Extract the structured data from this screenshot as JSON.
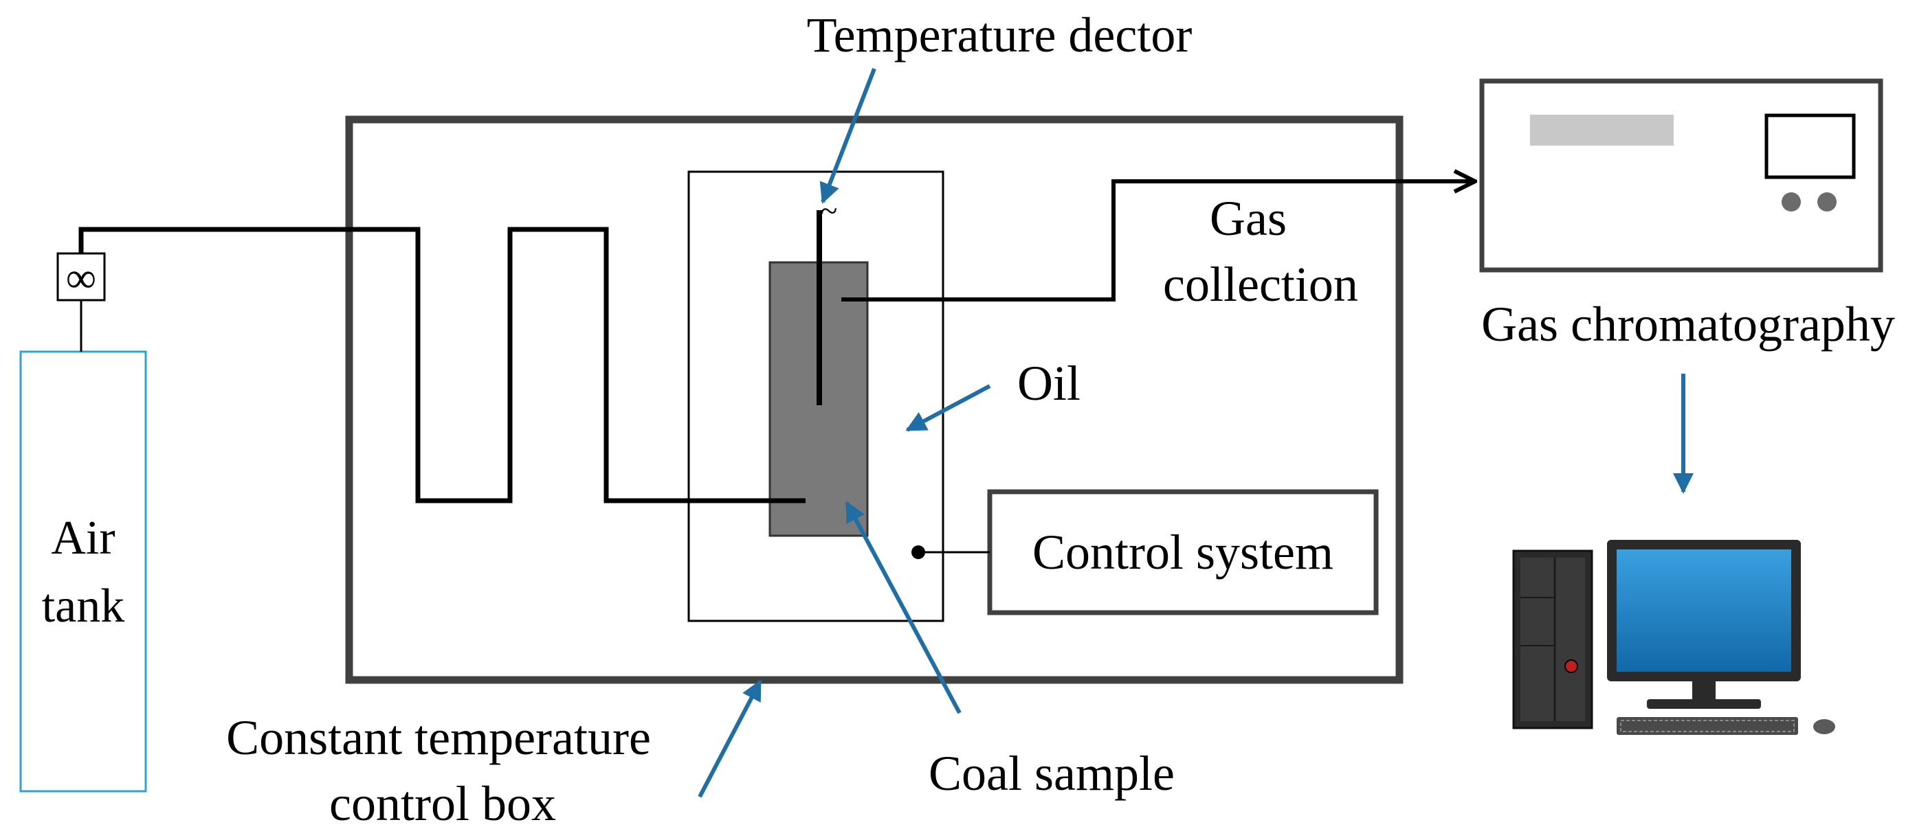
{
  "labels": {
    "temperature_detector": "Temperature dector",
    "gas_collection_line1": "Gas",
    "gas_collection_line2": "collection",
    "gas_chromatography": "Gas chromatography",
    "oil": "Oil",
    "control_system": "Control system",
    "air_tank_line1": "Air",
    "air_tank_line2": "tank",
    "constant_temp_box_line1": "Constant temperature",
    "constant_temp_box_line2": "control box",
    "coal_sample": "Coal sample",
    "flowmeter_symbol": "∞",
    "thermocouple_symbol": "~"
  },
  "colors": {
    "line": "#000000",
    "box_border": "#404040",
    "arrow_blue": "#1f6ea5",
    "air_tank_border": "#2ea3d8",
    "coal_fill": "#7a7a7a",
    "chromatograph_display": "#c8c8c8",
    "chromatograph_knob": "#6b6b6b",
    "monitor_screen": "#1a7bc0",
    "computer_dark": "#2a2a2a"
  }
}
